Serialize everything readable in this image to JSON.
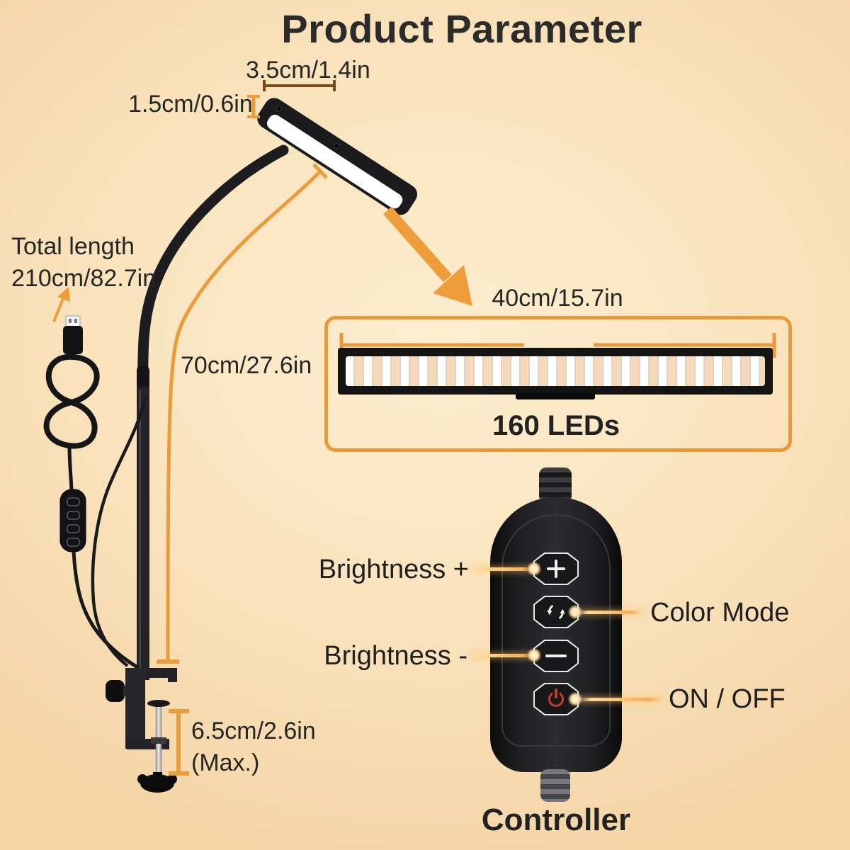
{
  "title": "Product Parameter",
  "head": {
    "width_label": "3.5cm/1.4in",
    "thickness_label": "1.5cm/0.6in"
  },
  "total_length": {
    "line1": "Total length",
    "line2": "210cm/82.7in"
  },
  "pole": {
    "length_label": "70cm/27.6in"
  },
  "led_bar": {
    "length_label": "40cm/15.7in",
    "count_label": "160 LEDs"
  },
  "clamp": {
    "range_label": "6.5cm/2.6in",
    "range_note": "(Max.)"
  },
  "controller": {
    "caption": "Controller",
    "buttons": [
      {
        "id": "brightness-plus",
        "label": "Brightness +",
        "icon": "plus-icon"
      },
      {
        "id": "color-mode",
        "label": "Color Mode",
        "icon": "color-cycle-icon"
      },
      {
        "id": "brightness-minus",
        "label": "Brightness -",
        "icon": "minus-icon"
      },
      {
        "id": "power",
        "label": "ON / OFF",
        "icon": "power-icon"
      }
    ]
  },
  "colors": {
    "accent_orange": "#EC9B3A",
    "background_center": "#FDEECF",
    "background_edge": "#F4D5A6",
    "text_dark": "#262626",
    "power_red": "#C43A2B",
    "led_white": "#FFFFFF"
  }
}
